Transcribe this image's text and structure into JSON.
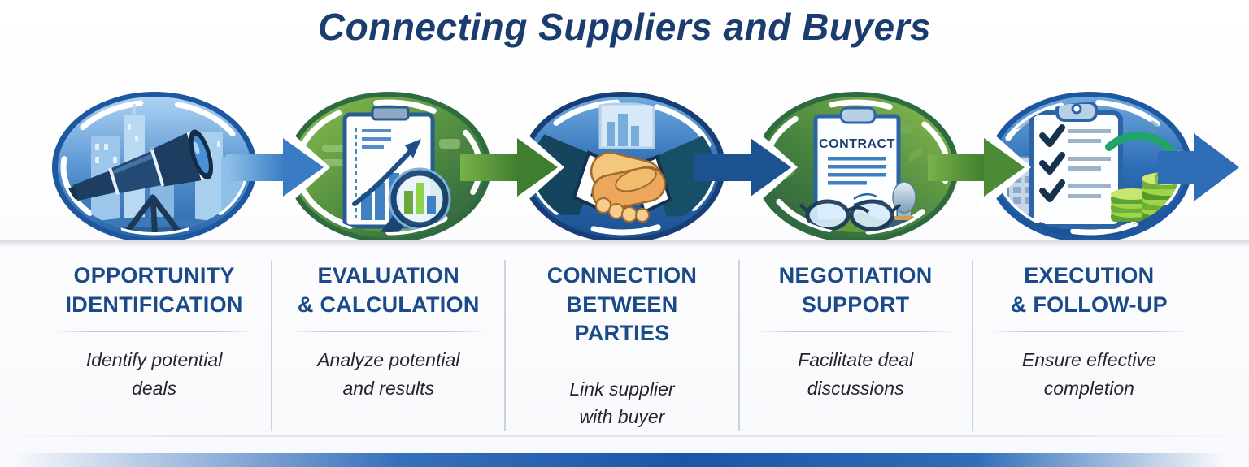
{
  "title": "Connecting Suppliers and Buyers",
  "colors": {
    "title_navy": "#1b3c6e",
    "heading_navy": "#1a4a88",
    "badge_blue": "#2f74c0",
    "badge_green": "#4f8c40",
    "arrow_navy": "#1d5291",
    "arrow_green": "#4c8a35",
    "footer_blue": "#1b55a8",
    "desc_text": "#25252d"
  },
  "steps": [
    {
      "heading": "OPPORTUNITY\nIDENTIFICATION",
      "description": "Identify potential\ndeals",
      "icon": "telescope-city-icon",
      "badge_color": "blue"
    },
    {
      "heading": "EVALUATION\n& CALCULATION",
      "description": "Analyze potential\nand results",
      "icon": "chart-magnifier-icon",
      "badge_color": "green"
    },
    {
      "heading": "CONNECTION\nBETWEEN PARTIES",
      "description": "Link supplier\nwith buyer",
      "icon": "handshake-icon",
      "badge_color": "blue"
    },
    {
      "heading": "NEGOTIATION\nSUPPORT",
      "description": "Facilitate deal\ndiscussions",
      "icon": "contract-stamp-icon",
      "badge_color": "green",
      "icon_text": "CONTRACT"
    },
    {
      "heading": "EXECUTION\n& FOLLOW-UP",
      "description": "Ensure effective\ncompletion",
      "icon": "checklist-coins-icon",
      "badge_color": "blue"
    }
  ]
}
